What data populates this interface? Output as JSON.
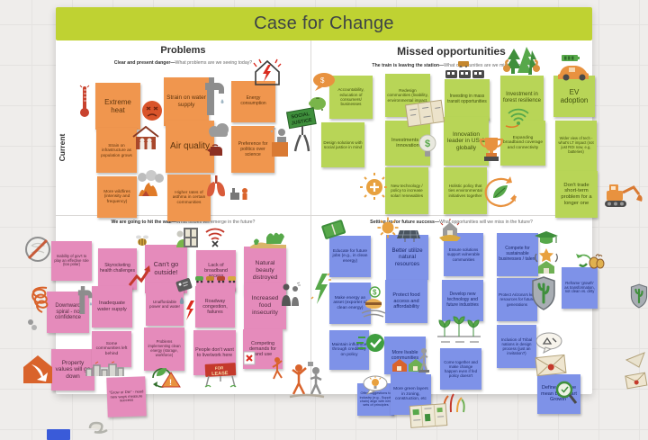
{
  "board": {
    "title": "Case for Change"
  },
  "side_label": "Current",
  "colors": {
    "background": "#efedeb",
    "board": "#ffffff",
    "banner": "#bfd232",
    "note_orange": "#f0964e",
    "note_green": "#b8d557",
    "note_pink": "#e58bbb",
    "note_blue": "#7e92e8"
  },
  "signs": {
    "social_1": "SOCIAL",
    "social_2": "JUSTICE",
    "lease_1": "FOR",
    "lease_2": "LEASE"
  },
  "quadrants": {
    "problems": {
      "title": "Problems",
      "subtitle_bold": "Clear and present danger—",
      "subtitle_rest": "What problems are we seeing today?",
      "notes": [
        "Extreme heat",
        "Strain on water supply",
        "Energy consumption",
        "Strain on infrastructure as population grows",
        "Air quality",
        "Preference for politics over science",
        "More wildfires (intensity and frequency)",
        "Higher rates of asthma in certain communities"
      ]
    },
    "missed": {
      "title": "Missed opportunities",
      "subtitle_bold": "The train is leaving the station—",
      "subtitle_rest": "What opportunities are we missing today?",
      "notes": [
        "Accountability, education of consumers/ businesses",
        "Redesign communities (livability, environmental impact,",
        "Investing in mass transit opportunities",
        "Investment in forest resilience",
        "EV adoption",
        "Design solutions with social justice in mind",
        "Investments in innovation",
        "Innovation leader in US & globally",
        "Expanding broadband coverage and connectivity",
        "Wider view of tech - what's LT impact (not just ROI now, e.g, batteries)",
        "New technology / policy to increase solar/ renewables",
        "Holistic policy that ties environmental initiatives together",
        "Don't trade short-term problem for a longer one"
      ]
    },
    "future_problems": {
      "subtitle_bold": "We are going to hit the wall—",
      "subtitle_rest": "What issues will emerge in the future?",
      "notes": [
        "Inability of gov't to play an effective role (too polar)",
        "Downward spiral - no confidence",
        "Property values will go down",
        "Skyrocketing health challenges",
        "Can't go outside!",
        "Lack of broadband access",
        "Natural beauty distroyed",
        "Inadequate water supply",
        "Unaffordable power and water",
        "Roadway congestion, failures",
        "Increased food insecurity",
        "Some communities left behind",
        "Problems implementing clean energy (storage, workforce)",
        "People don't want to live/work here",
        "Competing demands for land use",
        "\"Grow or Die\" - need new ways measure success"
      ]
    },
    "future_success": {
      "subtitle_bold": "Setting up for future success—",
      "subtitle_rest": "What opportunities will we miss in the future?",
      "notes": [
        "Educate for future jobs (e.g., in clean energy)",
        "Better utilize natural resources",
        "Ensure solutions support vulnerable communities",
        "Compete for sustainable businesses / talent",
        "Make energy an asset (exporter of clean energy)",
        "Protect food access and affordability",
        "Develop new technology and future industries",
        "Protect Arizona's key resources for future generations",
        "Maintain influence through credibility on policy",
        "More livable communities",
        "Come together and make change happen even if fed policy doesn't",
        "Inclusion of Tribal nations in design process (just an invitation?)",
        "Offer suggestions to industry (e.g., Supply chain) align with new sets of principles",
        "More green layers in zoning, construction, etc",
        "Define what we mean by \"Smart Growth\"",
        "Reframe 'growth' as transformation, not clean vs. dirty"
      ]
    }
  },
  "icons": {
    "problems": [
      "thermometer-icon",
      "angry-heat-face-icon",
      "water-tap-icon",
      "energy-house-icon",
      "family-house-icon",
      "rain-cloud-icon",
      "kettle-icon",
      "podium-speaker-icon",
      "wildfire-icon",
      "lungs-icon",
      "pollution-icon"
    ],
    "missed": [
      "money-speech-icon",
      "piggy-bank-icon",
      "train-icon",
      "blueprint-icon",
      "forest-strong-icon",
      "battery-icon",
      "ev-car-icon",
      "social-justice-sign-icon",
      "bulb-dollar-icon",
      "trophy-icon",
      "broadband-icon",
      "sun-icon",
      "leaf-cycle-icon",
      "excavator-icon"
    ],
    "future_problems": [
      "no-symbol-icon",
      "spiral-icon",
      "house-down-icon",
      "bee-icon",
      "up-arrow-icon",
      "window-person-icon",
      "wifi-x-icon",
      "hills-icon",
      "tap-small-icon",
      "price-tag-bolt-icon",
      "cars-row-icon",
      "people-dark-icon",
      "city-skyline-icon",
      "leaf-warning-icon",
      "for-lease-sign-icon",
      "x-doc-icon",
      "climb-person-icon",
      "two-people-icon",
      "paper-scribble-icon"
    ],
    "future_success": [
      "book-icon",
      "sun-small-icon",
      "solar-panel-icon",
      "hand-house-icon",
      "grad-star-house-icon",
      "green-bolt-icon",
      "dollar-coin-icon",
      "burger-hand-icon",
      "sprouts-icon",
      "shield-cactus-icon",
      "speed-check-icon",
      "houses-icon",
      "statue-icon",
      "symbol-bubble-icon",
      "envelope-icon",
      "magnifier-icon",
      "butterfly-icon",
      "hands-icon",
      "zoning-map-icon",
      "bulb-bubble-icon",
      "mail-plane-icon",
      "shield-small-icon"
    ]
  }
}
